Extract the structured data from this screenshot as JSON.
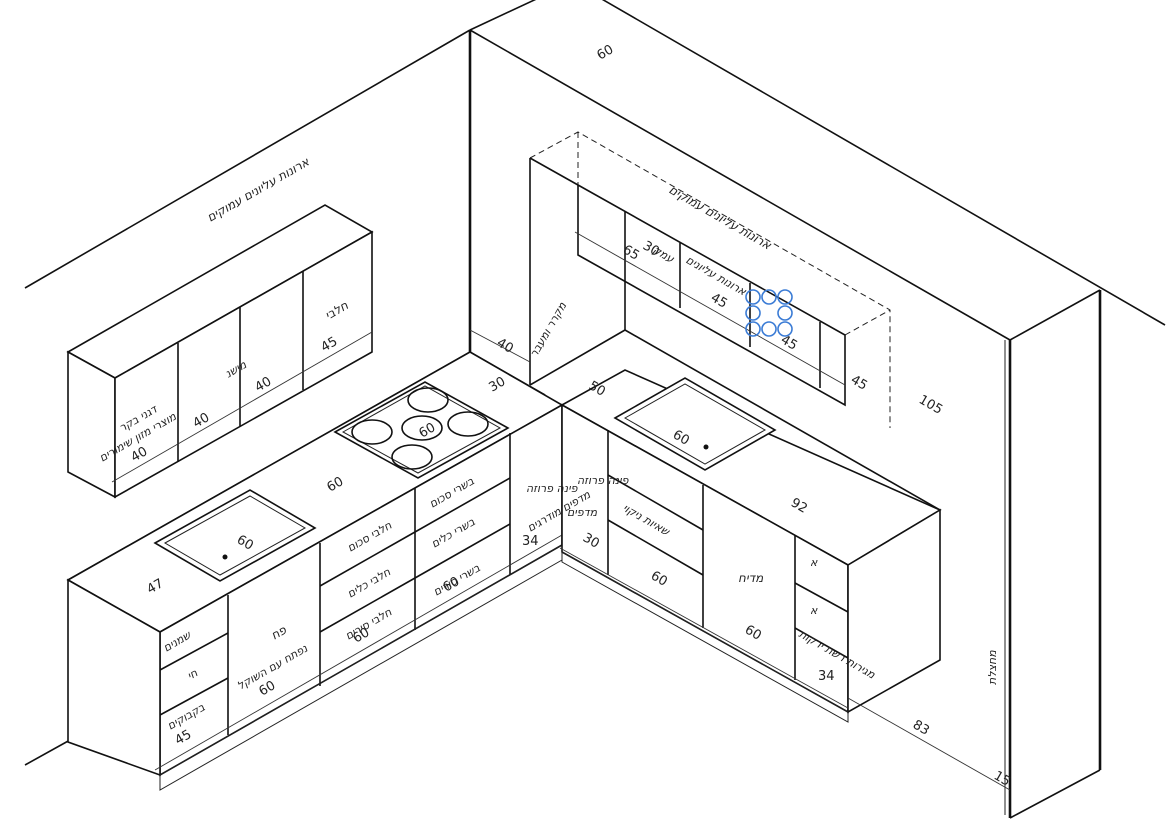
{
  "dimensions": {
    "d60_top": "60",
    "d40_wall": "40",
    "d30_wall": "30",
    "d50": "50",
    "d105": "105",
    "d45_right": "45",
    "d45_upper_mid": "45",
    "d45_upper_right": "45",
    "d65": "65",
    "d30_upper": "30",
    "d45_left_upper": "45",
    "d40_left_upper_a": "40",
    "d40_left_upper_b": "40",
    "d40_left_upper_c": "40",
    "d60_counter": "60",
    "d60_hob": "60",
    "d60_sink_left": "60",
    "d47": "47",
    "d60_sink_right": "60",
    "d92": "92",
    "d34_left": "34",
    "d30_mid": "30",
    "d60_drawers_a": "60",
    "d60_drawers_b": "60",
    "d60_bottom_right_a": "60",
    "d60_bottom_right_b": "60",
    "d60_oven": "60",
    "d45_bottom_left": "45",
    "d34_right": "34",
    "d83": "83",
    "d15": "15"
  },
  "labels": {
    "upper_left_title": "ארונות עליונים עמוקים",
    "upper_right_title": "ארונות עליונים עמוקים",
    "upper_mid": "ארונות עליונים",
    "depth": "עמק",
    "fridge": "מקרר ומעבר",
    "halavi": "חלבי",
    "nishi": "מישנ",
    "dagey_bakar": "דגני בקר",
    "mutsrei_mazon": "מוצרי מזון שימורים",
    "shumanim": "שמנים",
    "hay": "חי",
    "bakbukim": "בקבוקים",
    "pah": "פח",
    "pah_sub": "נפתח עם השוקל",
    "halavi_sakum": "חלבי סכום",
    "halavi_kelim": "חלבי כלים",
    "halavi_sirim": "חלבי סירים",
    "basari_sakum": "בשרי סכום",
    "basari_kelim": "בשרי כלים",
    "basari_sirim": "בשרי סירים",
    "pina_pruha_a": "פינה פרוזה",
    "pina_pruha_b": "פינה פרוזה",
    "madafim_mudrahim": "מדפים מודרגים",
    "madafim": "מדפים",
    "shaiot_nikui": "שאיות ניקוי",
    "madiah": "מדיח",
    "aaa": "א",
    "bbb": "א",
    "magirot": "מגירות רשת ירקות",
    "zavit": "מחצלת"
  },
  "marker_icon": "circle-cluster-marker",
  "colors": {
    "lines": "#111111",
    "marker": "#3a7bd5"
  }
}
